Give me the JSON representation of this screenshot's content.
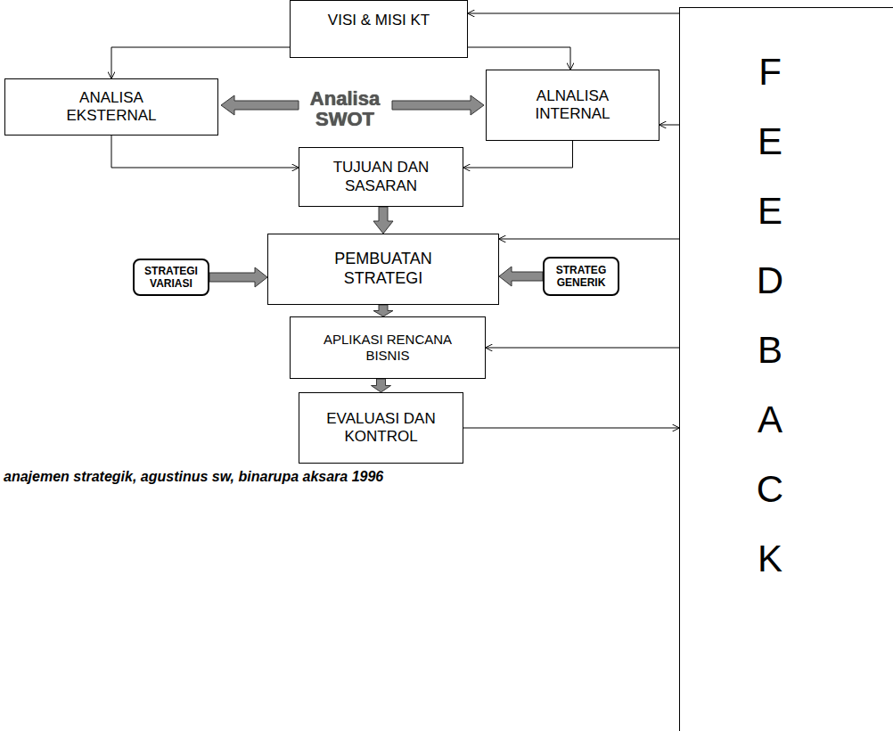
{
  "diagram": {
    "caption": "anajemen strategik, agustinus sw, binarupa aksara 1996",
    "nodes": [
      {
        "text": [
          "VISI & MISI KT"
        ]
      },
      {
        "text": [
          "ANALISA EKSTERNAL"
        ]
      },
      {
        "text": [
          "ALNALISA INTERNAL"
        ]
      },
      {
        "text": [
          "TUJUAN DAN SASARAN"
        ]
      },
      {
        "text": [
          "PEMBUATAN STRATEGI"
        ]
      },
      {
        "text": [
          "STRATEGI VARIASI"
        ]
      },
      {
        "text": [
          "STRATEG GENERIK"
        ]
      },
      {
        "text": [
          "APLIKASI RENCANA BISNIS"
        ]
      },
      {
        "text": [
          "EVALUASI DAN KONTROL"
        ]
      },
      {
        "text": [
          "FEEDBACK"
        ]
      }
    ],
    "edges": [
      {
        "from": 0,
        "to": 1,
        "arrow": "to"
      },
      {
        "from": 0,
        "to": 2,
        "arrow": "to"
      },
      {
        "from": 1,
        "to": 3,
        "arrow": "to"
      },
      {
        "from": 2,
        "to": 3,
        "arrow": "to"
      },
      {
        "from": 3,
        "to": 4,
        "arrow": "to"
      },
      {
        "from": 5,
        "to": 4,
        "arrow": "to"
      },
      {
        "from": 6,
        "to": 4,
        "arrow": "to"
      },
      {
        "from": 4,
        "to": 7,
        "arrow": "to"
      },
      {
        "from": 7,
        "to": 8,
        "arrow": "to"
      },
      {
        "from": 8,
        "to": 9,
        "arrow": "to"
      },
      {
        "from": 9,
        "to": 0,
        "arrow": "to"
      },
      {
        "from": 9,
        "to": 2,
        "arrow": "to"
      },
      {
        "from": 9,
        "to": 4,
        "arrow": "to"
      },
      {
        "from": 9,
        "to": 7,
        "arrow": "to"
      }
    ],
    "labels": [
      "Analisa SWOT"
    ]
  }
}
